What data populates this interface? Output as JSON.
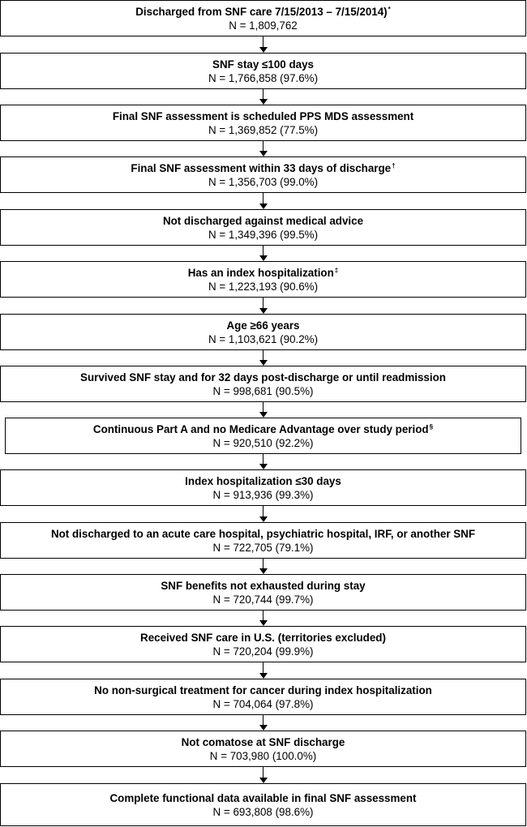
{
  "flowchart": {
    "steps": [
      {
        "title": "Discharged from SNF care 7/15/2013 – 7/15/2014)",
        "note": "*",
        "count": "N = 1,809,762"
      },
      {
        "title": "SNF stay ≤100 days",
        "note": "",
        "count": "N = 1,766,858 (97.6%)"
      },
      {
        "title": "Final SNF assessment is scheduled PPS MDS assessment",
        "note": "",
        "count": "N = 1,369,852 (77.5%)"
      },
      {
        "title": "Final SNF assessment within 33 days of discharge",
        "note": "†",
        "count": "N = 1,356,703 (99.0%)"
      },
      {
        "title": "Not discharged against medical advice",
        "note": "",
        "count": "N = 1,349,396 (99.5%)"
      },
      {
        "title": "Has an index hospitalization",
        "note": "‡",
        "count": "N = 1,223,193 (90.6%)"
      },
      {
        "title": "Age ≥66 years",
        "note": "",
        "count": "N = 1,103,621 (90.2%)"
      },
      {
        "title": "Survived SNF stay and for 32 days post-discharge or until readmission",
        "note": "",
        "count": "N = 998,681 (90.5%)"
      },
      {
        "title": "Continuous Part A and no Medicare Advantage over study period",
        "note": "§",
        "count": "N = 920,510 (92.2%)"
      },
      {
        "title": "Index hospitalization ≤30 days",
        "note": "",
        "count": "N = 913,936 (99.3%)"
      },
      {
        "title": "Not discharged to an acute care hospital, psychiatric hospital, IRF, or another SNF",
        "note": "",
        "count": "N = 722,705 (79.1%)"
      },
      {
        "title": "SNF benefits not exhausted during stay",
        "note": "",
        "count": "N = 720,744 (99.7%)"
      },
      {
        "title": "Received SNF care in U.S. (territories excluded)",
        "note": "",
        "count": "N = 720,204 (99.9%)"
      },
      {
        "title": "No non-surgical treatment for cancer during index hospitalization",
        "note": "",
        "count": "N = 704,064 (97.8%)"
      },
      {
        "title": "Not comatose at SNF discharge",
        "note": "",
        "count": "N = 703,980 (100.0%)"
      },
      {
        "title": "Complete functional data available in final SNF assessment",
        "note": "",
        "count": "N = 693,808 (98.6%)"
      }
    ]
  }
}
